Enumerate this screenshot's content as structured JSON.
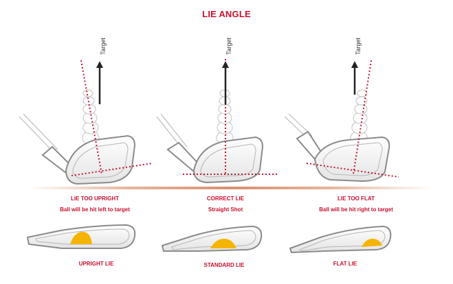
{
  "title": "LIE ANGLE",
  "target_label": "Target",
  "panels": [
    {
      "heading": "LIE TOO UPRIGHT",
      "note": "Ball will be hit left to target",
      "sole_label": "UPRIGHT LIE"
    },
    {
      "heading": "CORRECT LIE",
      "note": "Straight Shot",
      "sole_label": "STANDARD LIE"
    },
    {
      "heading": "LIE TOO FLAT",
      "note": "Ball will be hit right to target",
      "sole_label": "FLAT LIE"
    }
  ],
  "colors": {
    "accent": "#c8102e",
    "club_outline": "#8a8a8a",
    "sole_marker": "#f5b400",
    "ground": "#e8b8a0"
  }
}
